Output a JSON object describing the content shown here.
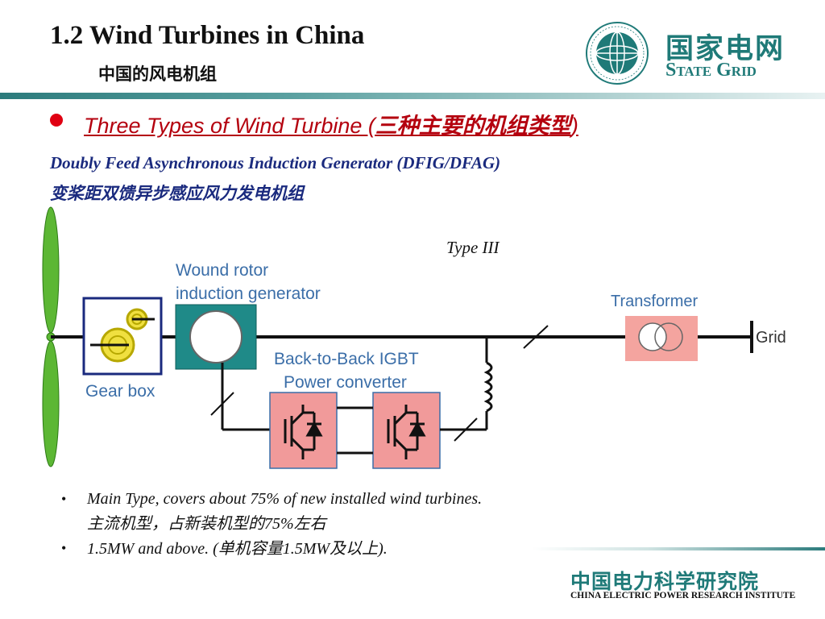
{
  "header": {
    "title_en": "1.2 Wind Turbines in China",
    "title_cn": "中国的风电机组",
    "logo_cn": "国家电网",
    "logo_en": "State Grid"
  },
  "section": {
    "heading_en": "Three Types of Wind Turbine (",
    "heading_cn": "三种主要的机组类型",
    "heading_close": ")",
    "subtitle_en": "Doubly Feed Asynchronous Induction Generator (DFIG/DFAG)",
    "subtitle_cn": "变桨距双馈异步感应风力发电机组"
  },
  "diagram": {
    "type_label": "Type III",
    "generator_label_1": "Wound rotor",
    "generator_label_2": "induction generator",
    "gearbox_label": "Gear box",
    "converter_label_1": "Back-to-Back IGBT",
    "converter_label_2": "Power converter",
    "transformer_label": "Transformer",
    "grid_label": "Grid",
    "colors": {
      "label_blue": "#3b6ea8",
      "generator_teal": "#1f8a88",
      "converter_pink": "#f19a9a",
      "transformer_pink": "#f4a49f",
      "blade_green": "#5cb734",
      "gear_yellow": "#f0e040"
    }
  },
  "bullets": [
    {
      "en": "Main Type, covers about 75% of new installed wind turbines.",
      "cn_a": "主流机型，占新装机型的",
      "num": "75%",
      "cn_b": "左右"
    },
    {
      "en_a": "1.5MW and above. (",
      "cn_a": "单机容量",
      "num": "1.5MW",
      "cn_b": "及以上",
      "en_b": ")."
    }
  ],
  "footer": {
    "cn": "中国电力科学研究院",
    "en": "CHINA ELECTRIC POWER RESEARCH INSTITUTE"
  }
}
